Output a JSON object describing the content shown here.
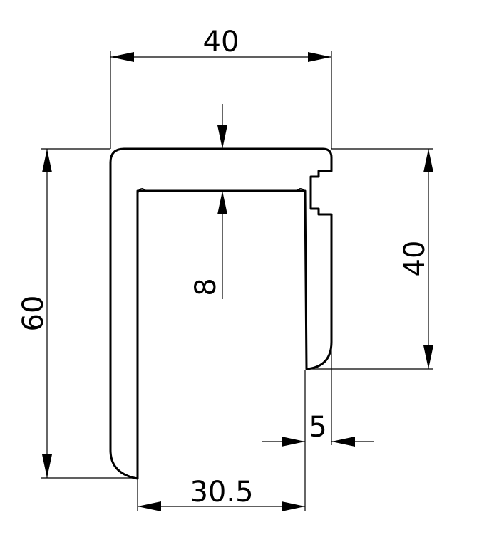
{
  "dimensions": {
    "top_width": "40",
    "left_height": "60",
    "right_height": "40",
    "wall_thickness": "8",
    "inner_width": "30.5",
    "flange_width": "5"
  }
}
